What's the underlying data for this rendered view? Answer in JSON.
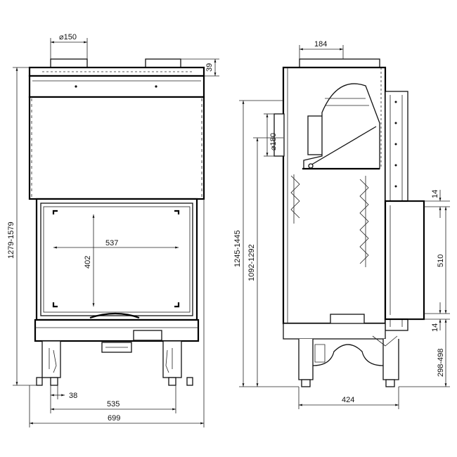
{
  "drawing": {
    "front_view": {
      "dims": {
        "flue_diameter": "⌀150",
        "top_height": "39",
        "total_height": "1279-1579",
        "glass_width": "537",
        "glass_height": "402",
        "foot_offset": "38",
        "base_width": "535",
        "total_width": "699"
      }
    },
    "side_view": {
      "dims": {
        "top_width": "184",
        "flue_diameter": "⌀180",
        "height_outer": "1245-1445",
        "height_inner": "1092-1292",
        "gap_top": "14",
        "door_height": "510",
        "gap_bottom": "14",
        "foot_height": "298-498",
        "depth": "424"
      }
    }
  }
}
